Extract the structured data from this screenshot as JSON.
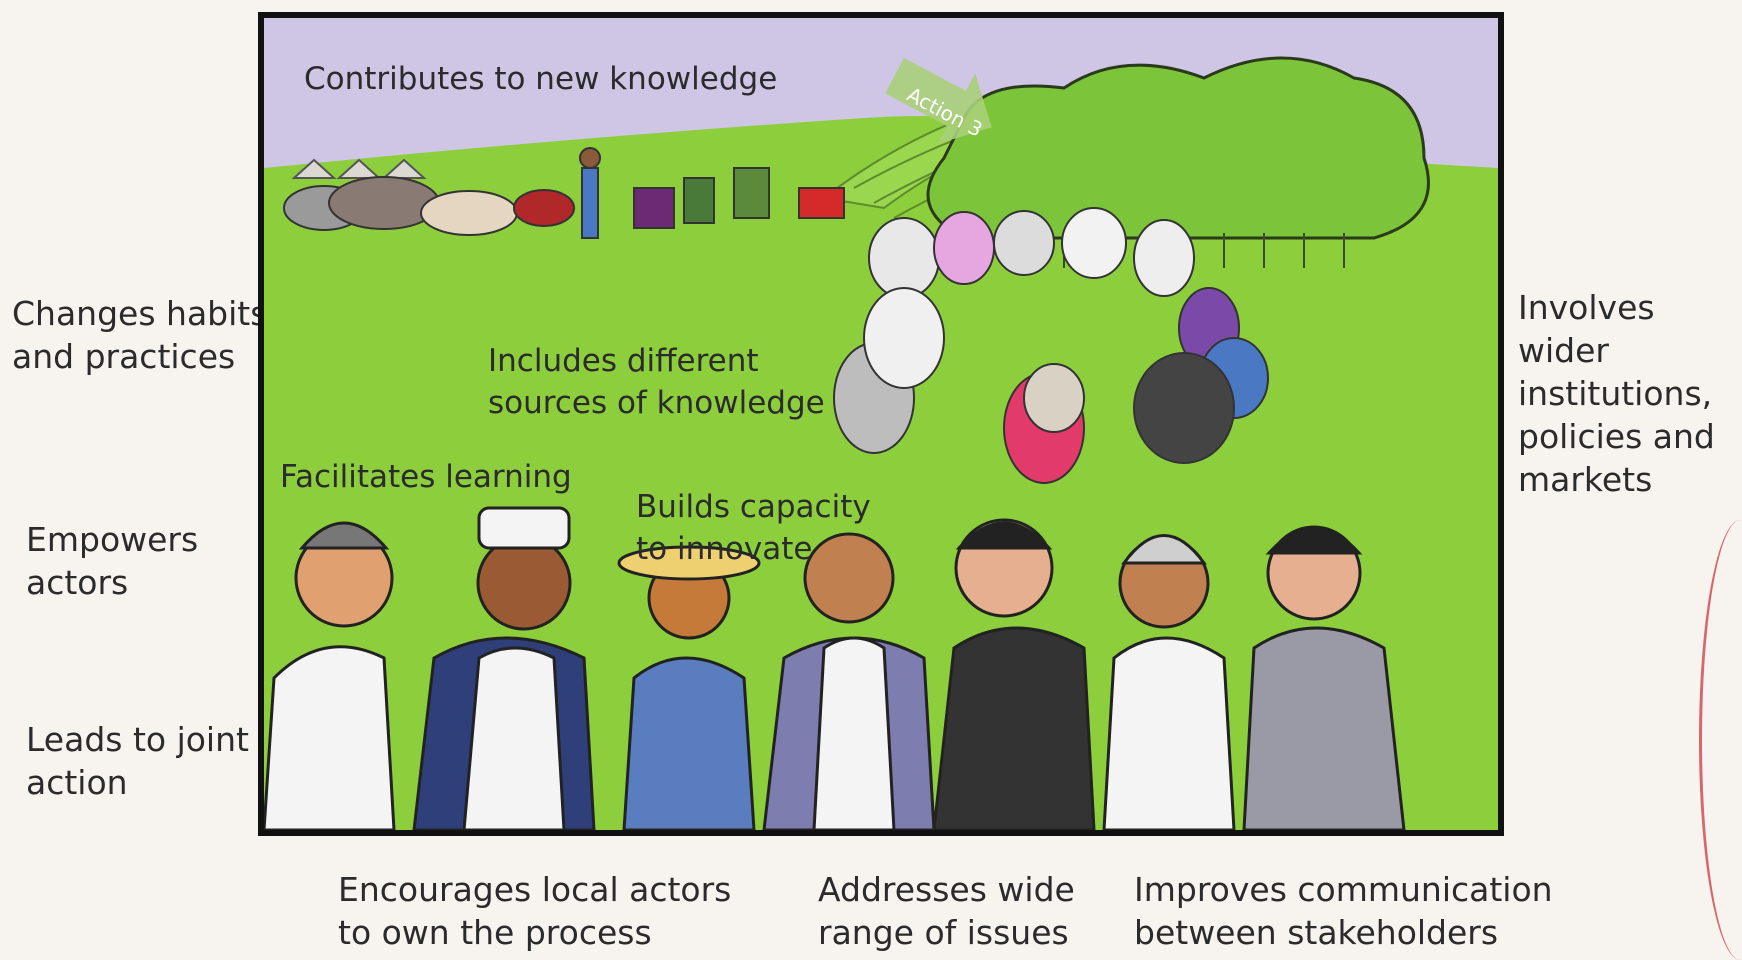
{
  "left_labels": {
    "changes_habits": "Changes habits\nand practices",
    "empowers_actors": "Empowers\nactors",
    "leads_to_joint_action": "Leads to joint\naction"
  },
  "right_labels": {
    "involves_wider": "Involves wider\ninstitutions,\npolicies and\nmarkets"
  },
  "bottom_labels": {
    "encourages_local": "Encourages local actors\nto own the process",
    "addresses_wide": "Addresses wide\nrange of issues",
    "improves_communication": "Improves communication\nbetween stakeholders"
  },
  "scene_labels": {
    "contributes": "Contributes to new knowledge",
    "includes_sources": "Includes different\nsources of knowledge",
    "facilitates_learning": "Facilitates learning",
    "builds_capacity": "Builds capacity\nto innovate",
    "action_arrow": "Action 3"
  },
  "colors": {
    "sky": "#cfc6e6",
    "grass": "#8dce3c",
    "tree": "#7cc53a",
    "frame": "#111111",
    "arrow": "#a9cf7a"
  }
}
